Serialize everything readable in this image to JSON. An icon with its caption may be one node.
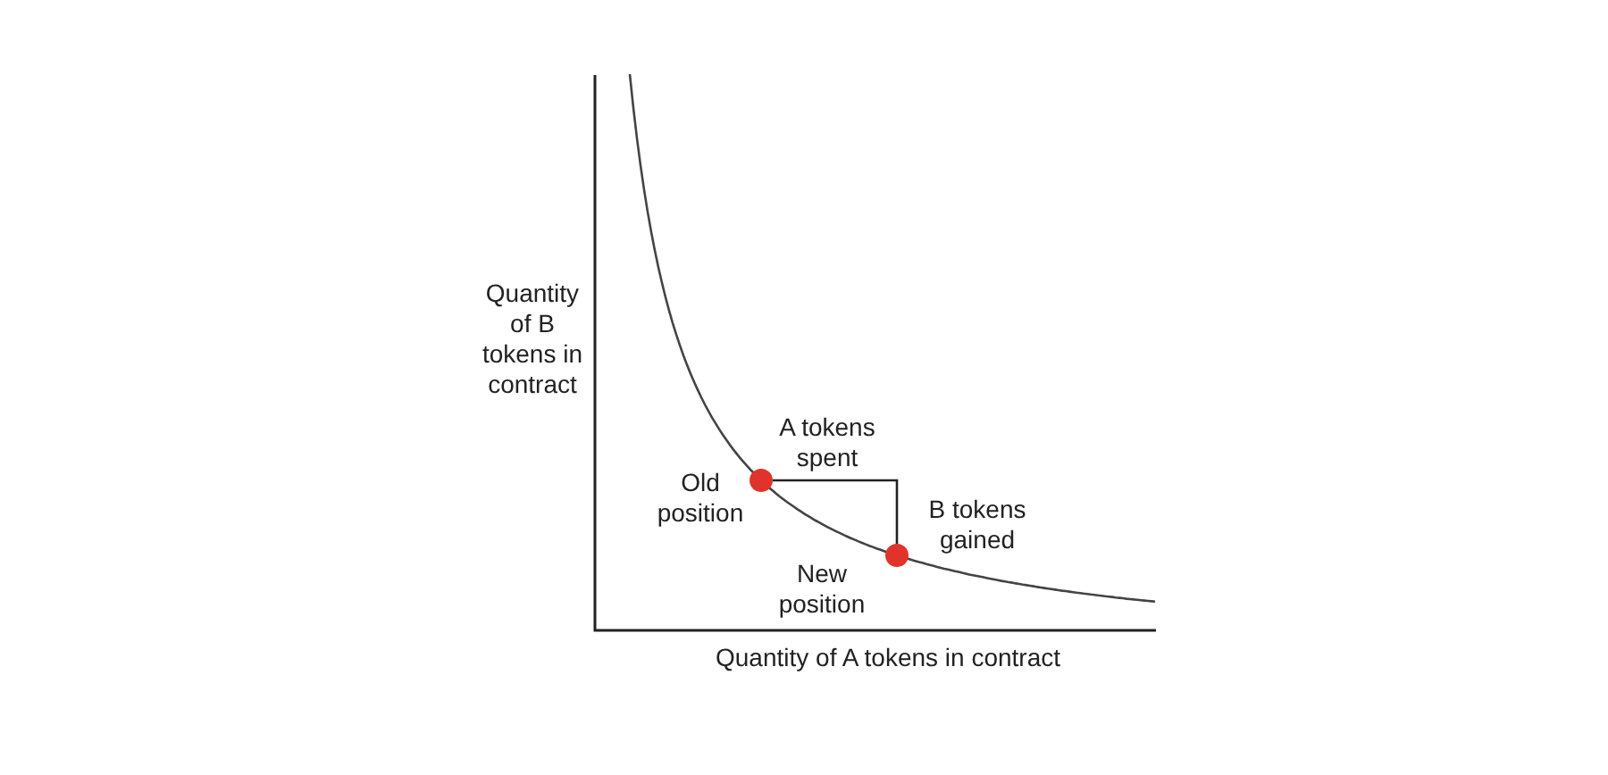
{
  "diagram": {
    "nodes": [
      {
        "text": [],
        "shape": "circle",
        "beside": [
          "Old position"
        ]
      },
      {
        "text": [],
        "shape": "circle",
        "beside": [
          "New position"
        ]
      }
    ],
    "edges": [
      {
        "from": 0,
        "to": 1,
        "arrow": "none"
      }
    ],
    "labels": [
      "Quantity of B tokens in contract",
      "A tokens spent",
      "B tokens gained",
      "Quantity of A tokens in contract"
    ]
  }
}
